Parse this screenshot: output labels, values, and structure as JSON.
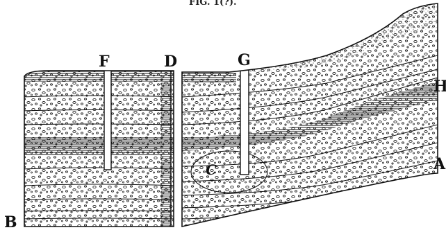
{
  "figure": {
    "caption_fragment": "FIG. 1(?).",
    "labels": {
      "F": "F",
      "D": "D",
      "G": "G",
      "H": "H",
      "A": "A",
      "B": "B",
      "C": "C"
    }
  }
}
